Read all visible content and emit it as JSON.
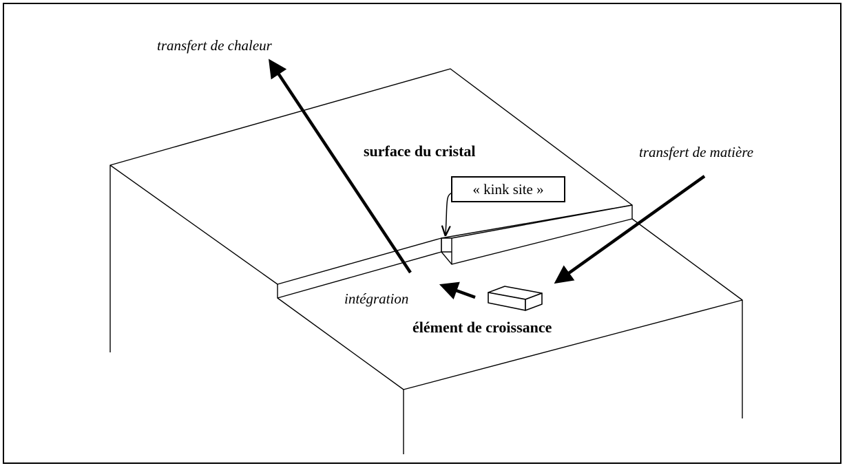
{
  "labels": {
    "heat_transfer": "transfert de chaleur",
    "crystal_surface": "surface du cristal",
    "mass_transfer": "transfert de matière",
    "kink_site": "« kink site »",
    "integration": "intégration",
    "growth_element": "élément de croissance"
  }
}
